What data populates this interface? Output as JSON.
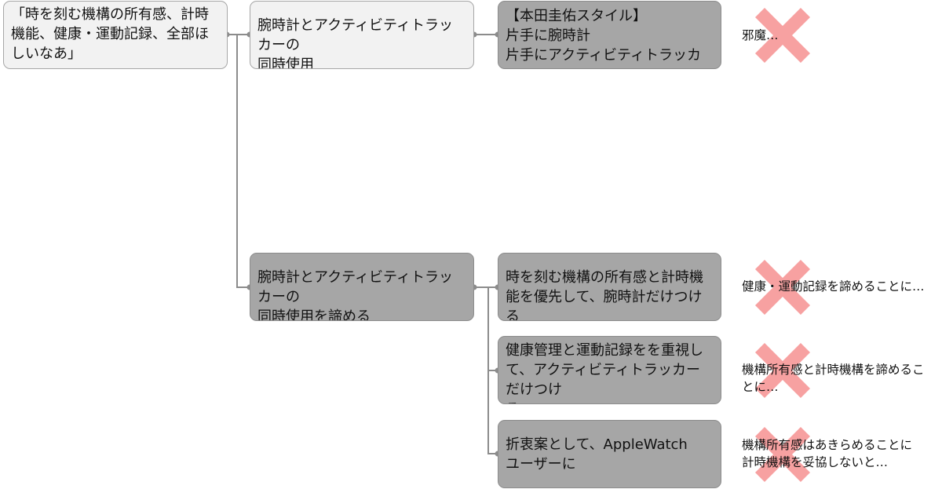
{
  "colors": {
    "connector": "#8c8c8c",
    "cross": "#f7a1a1",
    "node_light": "#f2f2f2",
    "node_dark": "#a6a6a6"
  },
  "root": {
    "text": "「時を刻む機構の所有感、計時\n機能、健康・運動記録、全部ほ\nしいなあ」"
  },
  "branch_use_both": {
    "text": "腕時計とアクティビティトラッカーの\n同時使用",
    "option": {
      "text": "【本田圭佑スタイル】\n片手に腕時計\n片手にアクティビティトラッカー"
    },
    "verdict": {
      "icon": "cross-icon",
      "text": "邪魔…"
    }
  },
  "branch_give_up": {
    "text": "腕時計とアクティビティトラッカーの\n同時使用を諦める",
    "options": [
      {
        "text": "時を刻む機構の所有感と計時機\n能を優先して、腕時計だけつける",
        "verdict": {
          "icon": "cross-icon",
          "text": "健康・運動記録を諦めることに…"
        }
      },
      {
        "text": "健康管理と運動記録をを重視し\nて、アクティビティトラッカーだけつけ\nる",
        "verdict": {
          "icon": "cross-icon",
          "text": "機構所有感と計時機構を諦めるこ\nとに…"
        }
      },
      {
        "text": "折衷案として、AppleWatch\nユーザーに",
        "verdict": {
          "icon": "cross-icon",
          "text": "機構所有感はあきらめることに\n計時機構を妥協しないと…"
        }
      }
    ]
  }
}
